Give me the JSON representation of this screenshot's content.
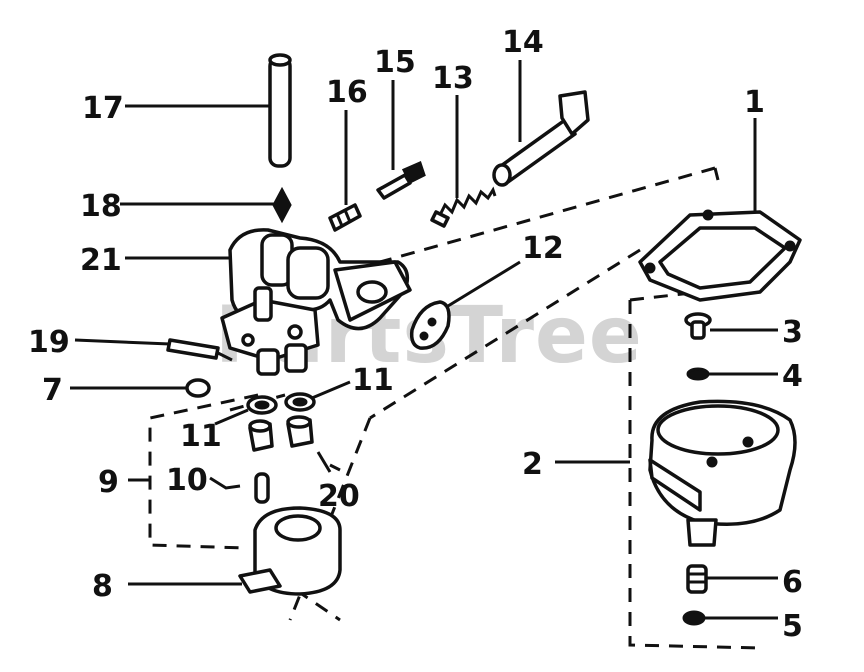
{
  "watermark": "PartsTree",
  "callouts": [
    {
      "id": "1",
      "label": "1"
    },
    {
      "id": "2",
      "label": "2"
    },
    {
      "id": "3",
      "label": "3"
    },
    {
      "id": "4",
      "label": "4"
    },
    {
      "id": "5",
      "label": "5"
    },
    {
      "id": "6",
      "label": "6"
    },
    {
      "id": "7",
      "label": "7"
    },
    {
      "id": "8",
      "label": "8"
    },
    {
      "id": "9",
      "label": "9"
    },
    {
      "id": "10",
      "label": "10"
    },
    {
      "id": "11a",
      "label": "11"
    },
    {
      "id": "11b",
      "label": "11"
    },
    {
      "id": "12",
      "label": "12"
    },
    {
      "id": "13",
      "label": "13"
    },
    {
      "id": "14",
      "label": "14"
    },
    {
      "id": "15",
      "label": "15"
    },
    {
      "id": "16",
      "label": "16"
    },
    {
      "id": "17",
      "label": "17"
    },
    {
      "id": "18",
      "label": "18"
    },
    {
      "id": "19",
      "label": "19"
    },
    {
      "id": "20",
      "label": "20"
    },
    {
      "id": "21",
      "label": "21"
    }
  ]
}
